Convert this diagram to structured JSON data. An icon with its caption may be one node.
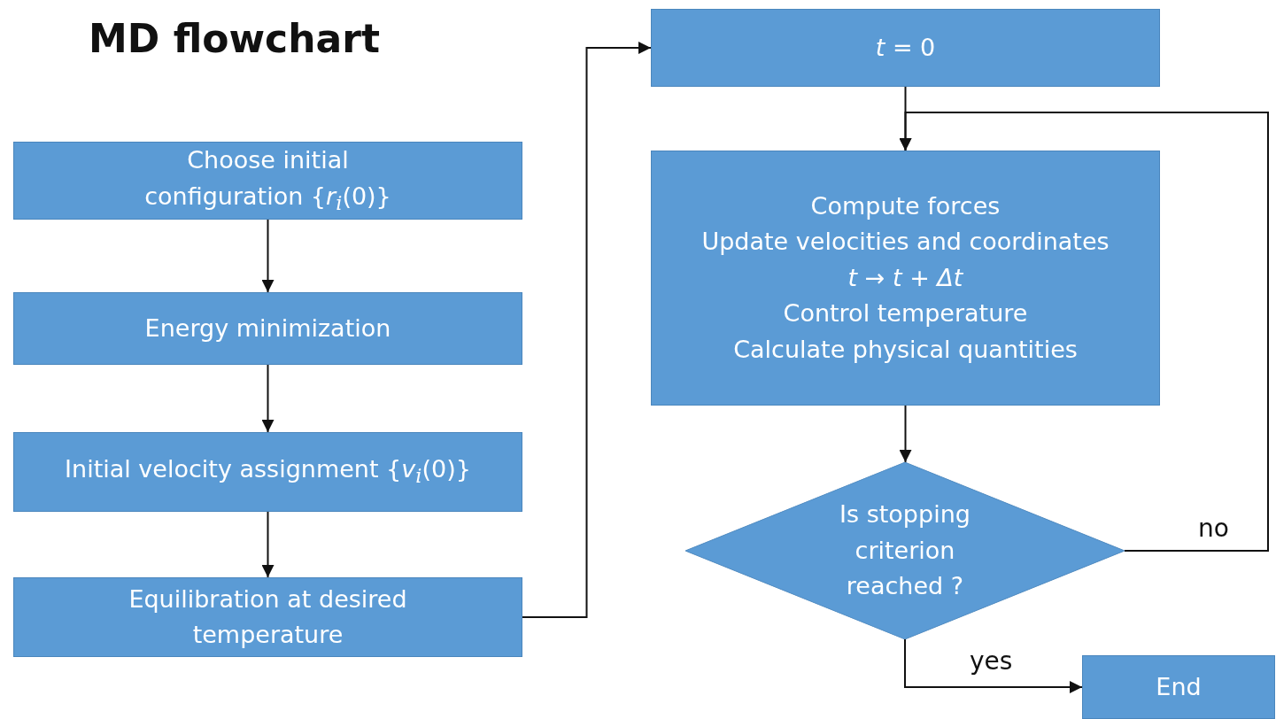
{
  "diagram": {
    "title": "MD flowchart",
    "nodes": [
      {
        "text": [
          "Choose initial configuration {*r*$_{i}$(0)}"
        ]
      },
      {
        "text": [
          "Energy minimization"
        ]
      },
      {
        "text": [
          "Initial velocity assignment {*v*$_{i}$(0)}"
        ]
      },
      {
        "text": [
          "Equilibration at desired temperature"
        ]
      },
      {
        "text": [
          "*t* = 0"
        ]
      },
      {
        "text": [
          "Compute forces",
          "Update velocities and coordinates",
          "*t* → *t* + *Δt*",
          "Control temperature",
          "Calculate physical quantities"
        ]
      },
      {
        "text": [
          "Is stopping criterion reached ?"
        ]
      },
      {
        "text": [
          "End"
        ]
      }
    ],
    "edges": [
      {
        "from": 0,
        "to": 1,
        "arrow": "to"
      },
      {
        "from": 1,
        "to": 2,
        "arrow": "to"
      },
      {
        "from": 2,
        "to": 3,
        "arrow": "to"
      },
      {
        "from": 3,
        "to": 4,
        "arrow": "to"
      },
      {
        "from": 4,
        "to": 5,
        "arrow": "to"
      },
      {
        "from": 5,
        "to": 6,
        "arrow": "to"
      },
      {
        "from": 6,
        "to": 5,
        "arrow": "to",
        "label": "no"
      },
      {
        "from": 6,
        "to": 7,
        "arrow": "to",
        "label": "yes"
      }
    ]
  }
}
